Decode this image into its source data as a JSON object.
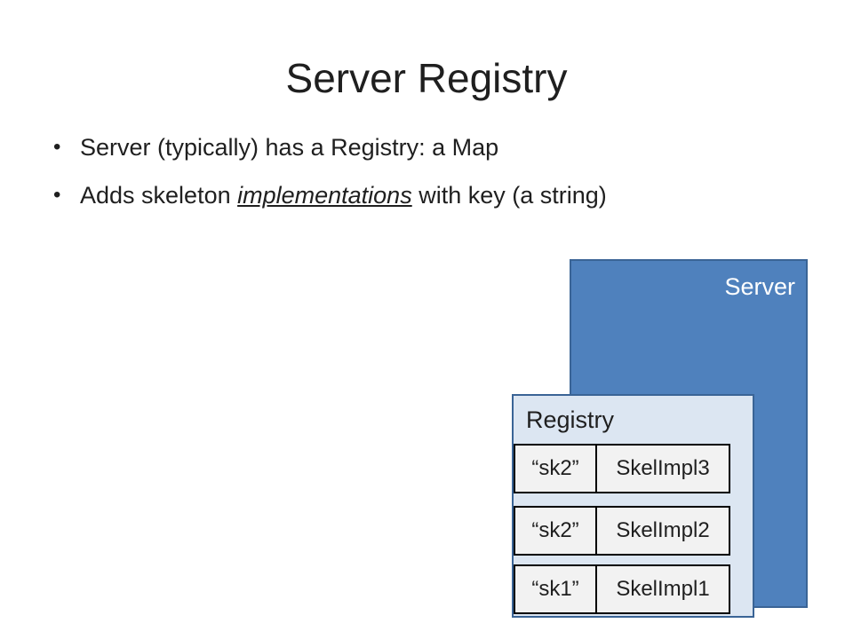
{
  "slide": {
    "title": "Server Registry",
    "bullets": [
      {
        "before": "Server (typically) has a Registry: a Map",
        "emphasis": "",
        "after": ""
      },
      {
        "before": "Adds skeleton ",
        "emphasis": "implementations",
        "after": " with key (a string)"
      }
    ],
    "bullet_glyph": "•"
  },
  "diagram": {
    "server_label": "Server",
    "registry_label": "Registry",
    "entries": [
      {
        "key": "“sk2”",
        "value": "SkelImpl3"
      },
      {
        "key": "“sk2”",
        "value": "SkelImpl2"
      },
      {
        "key": "“sk1”",
        "value": "SkelImpl1"
      }
    ],
    "colors": {
      "server_fill": "#4f81bd",
      "registry_fill": "#dce6f2",
      "entry_fill": "#f2f2f2"
    }
  }
}
